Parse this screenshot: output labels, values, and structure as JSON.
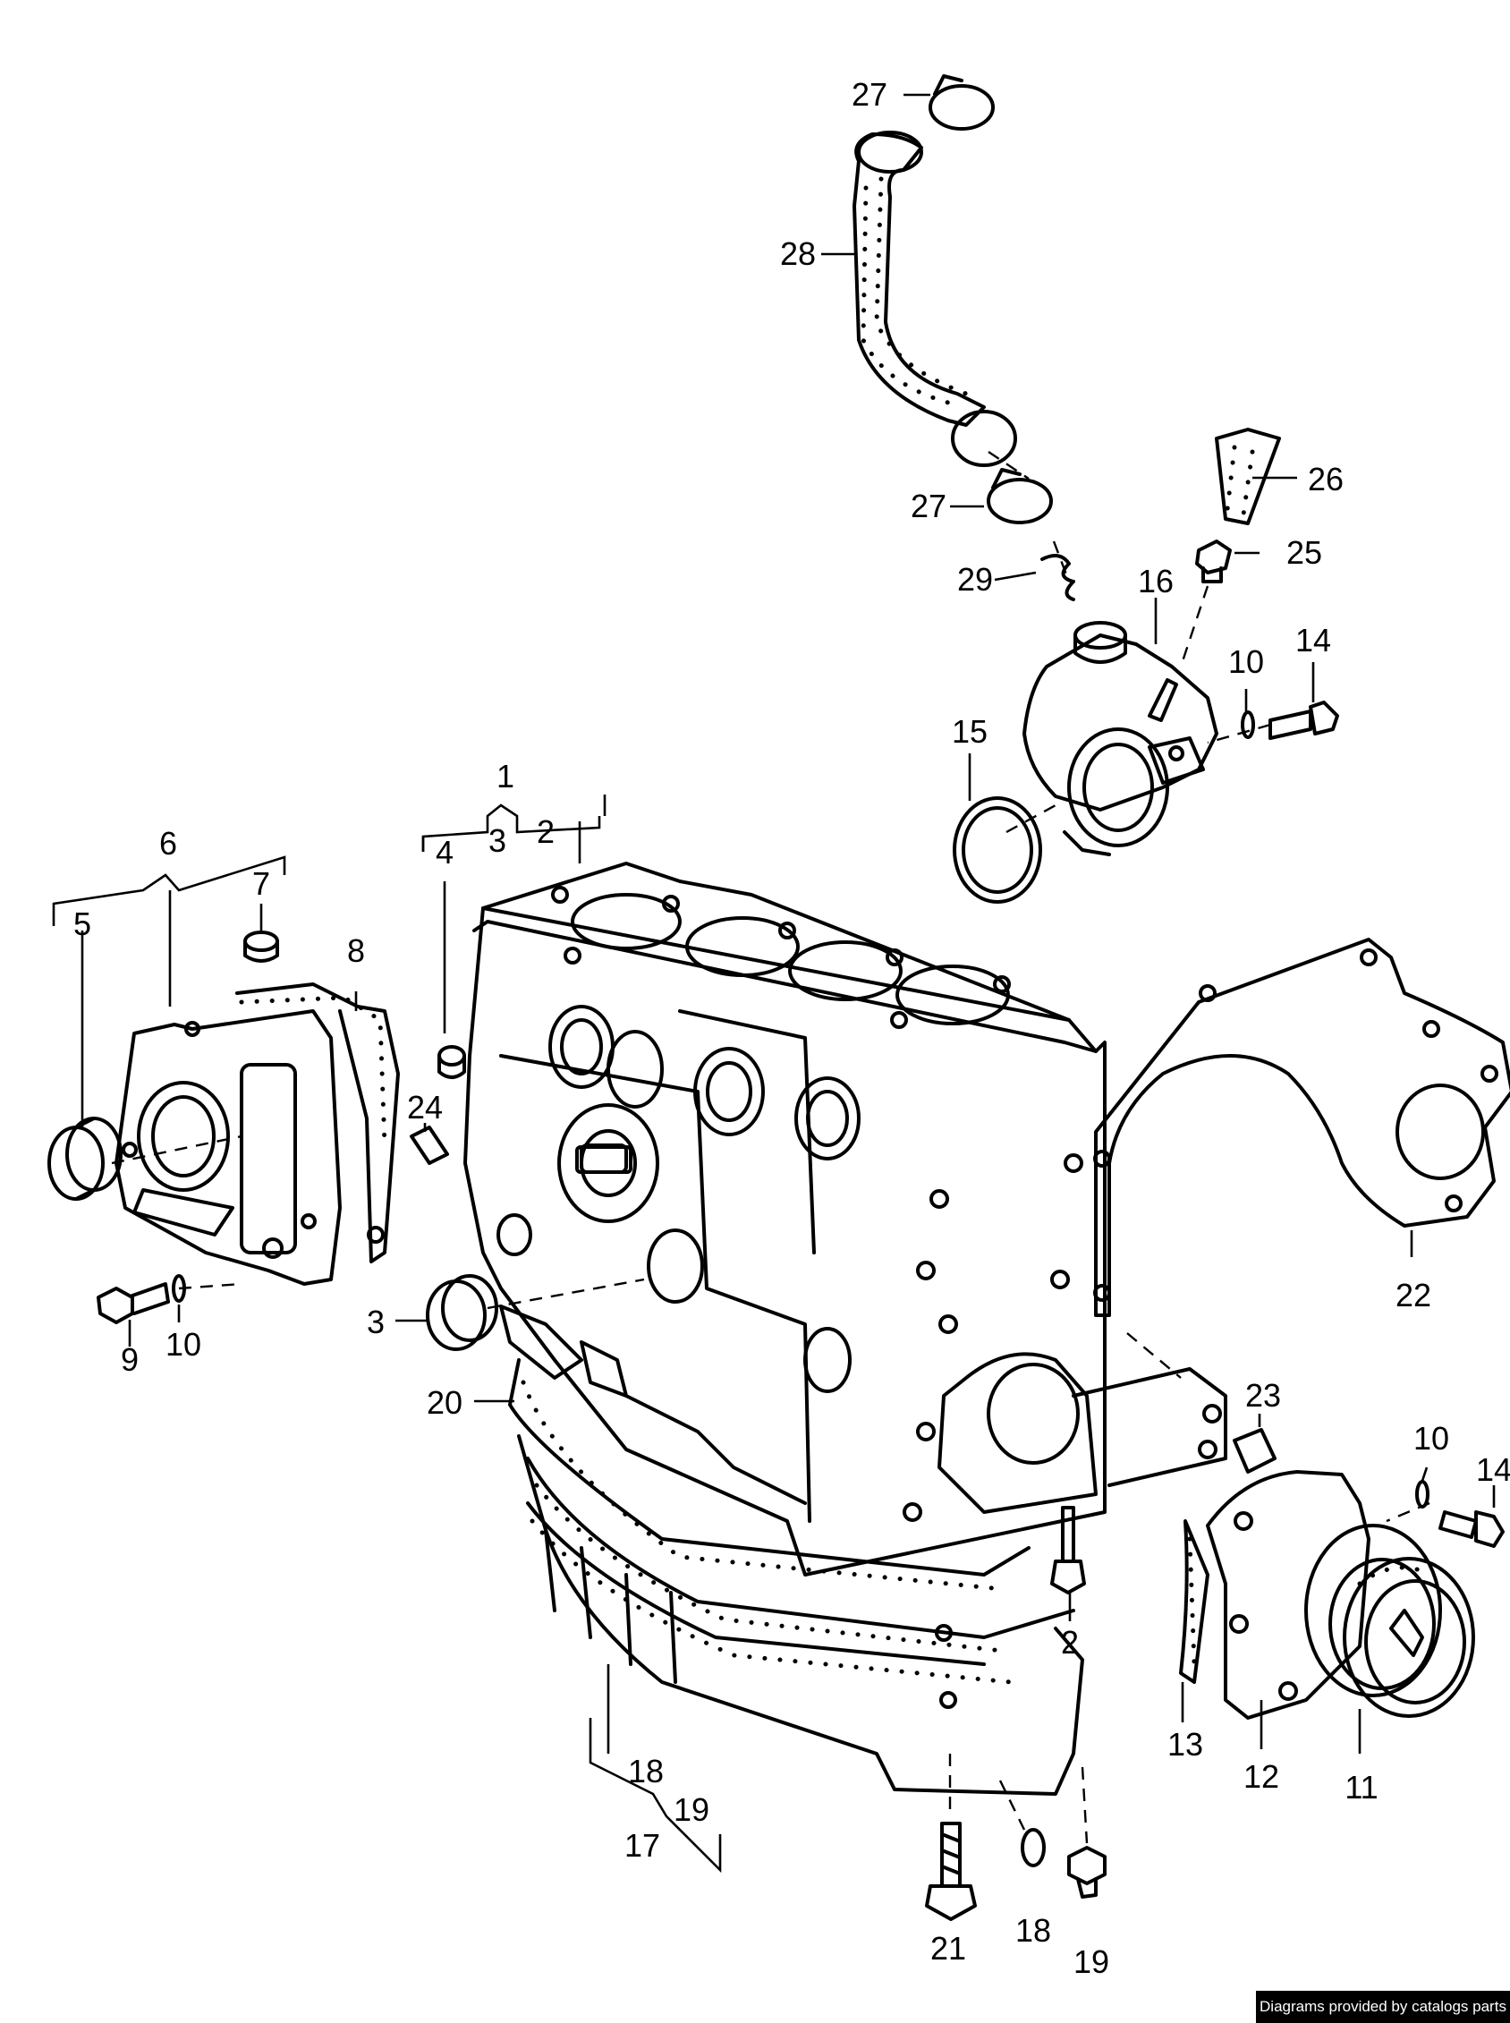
{
  "diagram": {
    "callouts": {
      "c1": "1",
      "c2a": "2",
      "c2b": "2",
      "c3a": "3",
      "c3b": "3",
      "c4": "4",
      "c5": "5",
      "c6": "6",
      "c7": "7",
      "c8": "8",
      "c9": "9",
      "c10a": "10",
      "c10b": "10",
      "c10c": "10",
      "c11": "11",
      "c12": "12",
      "c13": "13",
      "c14a": "14",
      "c14b": "14",
      "c15": "15",
      "c16": "16",
      "c17": "17",
      "c18a": "18",
      "c18b": "18",
      "c19a": "19",
      "c19b": "19",
      "c20": "20",
      "c21": "21",
      "c22": "22",
      "c23": "23",
      "c24": "24",
      "c25": "25",
      "c26": "26",
      "c27a": "27",
      "c27b": "27",
      "c28": "28",
      "c29": "29"
    }
  },
  "footer": {
    "text": "Diagrams provided by catalogs parts"
  }
}
